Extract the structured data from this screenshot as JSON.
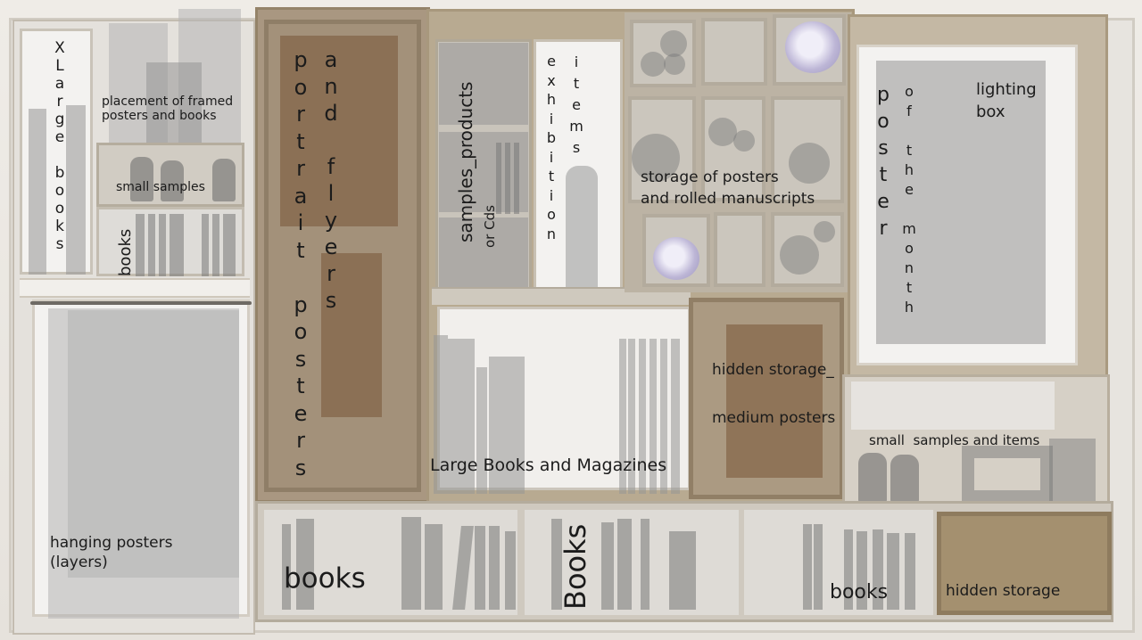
{
  "labels": {
    "xlarge_books": "XLarge books",
    "framed_placement": "placement of framed\nposters and books",
    "small_samples": "small samples",
    "books_left": "books",
    "hanging_posters": "hanging posters\n(layers)",
    "portrait_posters": "portrait posters",
    "and_flyers": "and flyers",
    "samples_products": "samples_products",
    "or_cds": "or Cds",
    "exhibition": "exhibition",
    "items": "items",
    "storage_posters": "storage of posters\nand rolled manuscripts",
    "poster": "poster",
    "of_the_month": "of the month",
    "lighting_box": "lighting\nbox",
    "large_books": "Large Books and Magazines",
    "hidden_storage_1": "hidden storage_",
    "medium_posters": "medium posters",
    "small_samples_items": "small  samples and items",
    "books_bottom_left": "books",
    "books_bottom_middle": "Books",
    "books_bottom_right": "books",
    "hidden_storage_2": "hidden storage"
  },
  "colors": {
    "cardboard": "#b7a990",
    "overlay_gray": "#969696",
    "overlay_brown": "#785537",
    "roll_lilac": "#bdb6d6"
  }
}
